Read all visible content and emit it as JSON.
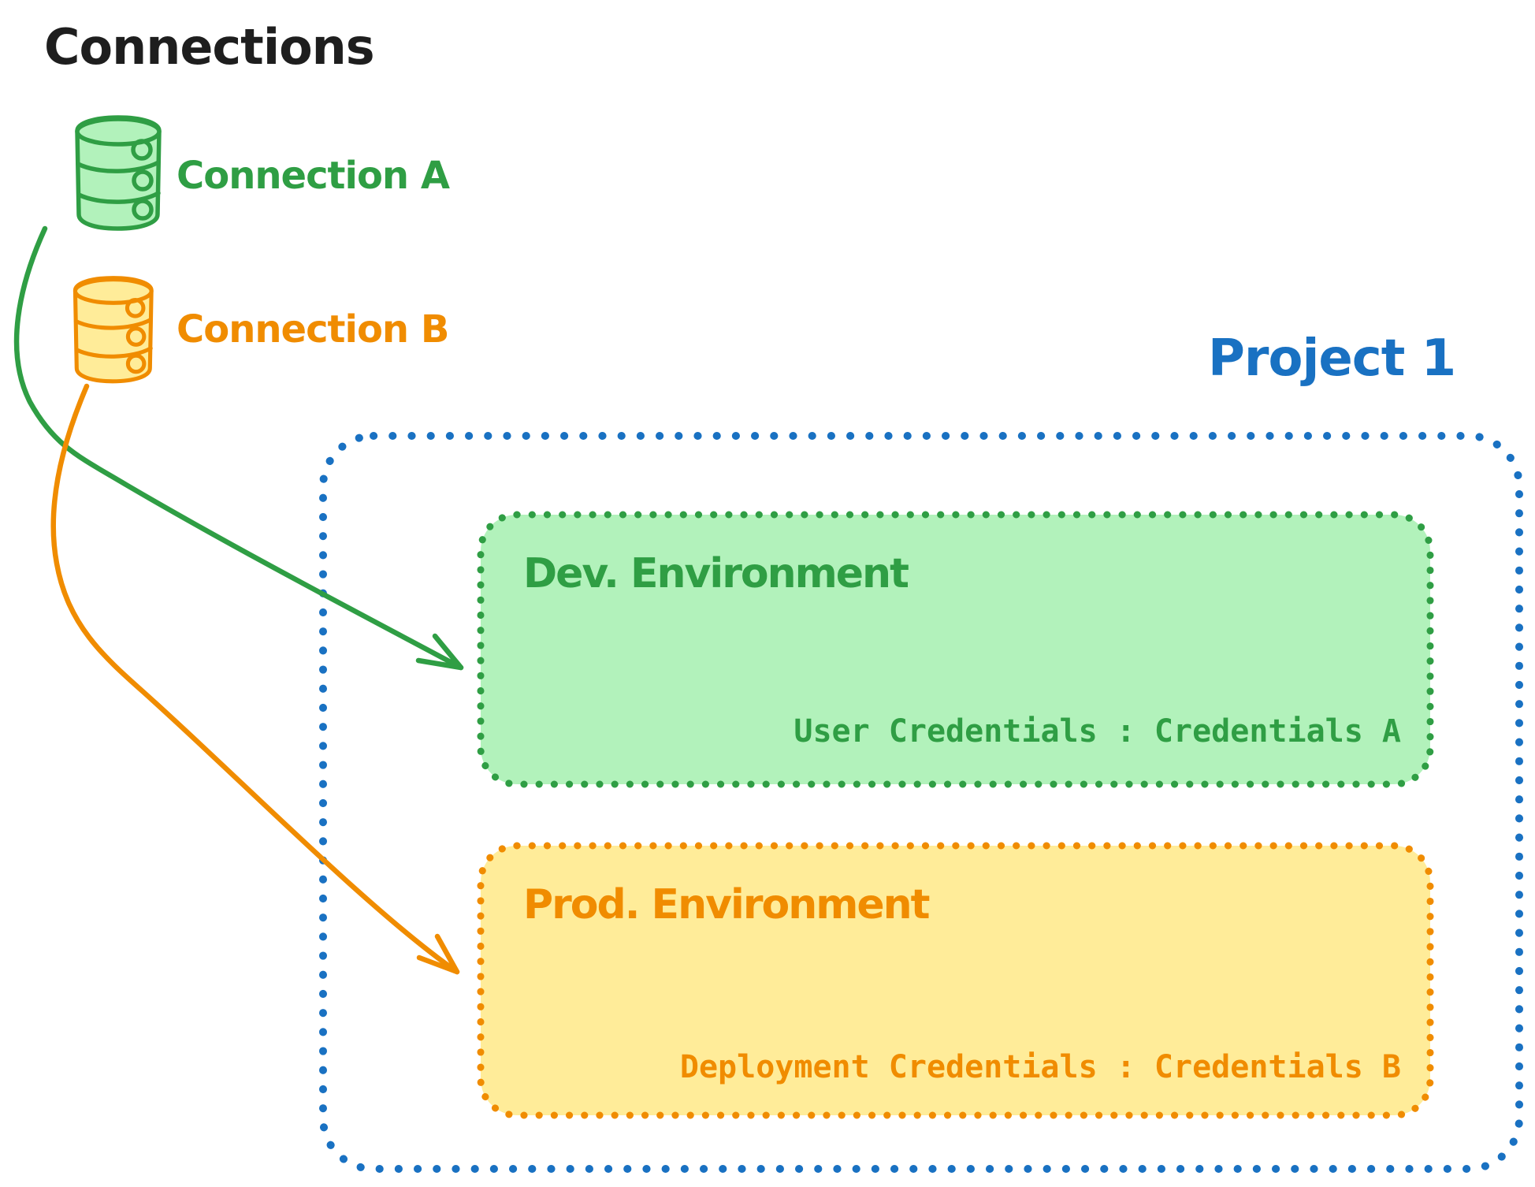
{
  "diagram": {
    "background": "#ffffff",
    "palette": {
      "ink": "#1e1e1e",
      "green": "#2f9e44",
      "green_light": "#b2f2bb",
      "orange": "#f08c00",
      "orange_light": "#ffec99",
      "blue": "#1971c2"
    },
    "connections": {
      "title": "Connections",
      "items": [
        {
          "id": "connection-a",
          "label": "Connection A",
          "icon": "database-icon",
          "color": "#2f9e44",
          "fill": "#b2f2bb"
        },
        {
          "id": "connection-b",
          "label": "Connection B",
          "icon": "database-icon",
          "color": "#f08c00",
          "fill": "#ffec99"
        }
      ]
    },
    "project": {
      "title": "Project 1",
      "border_color": "#1971c2",
      "environments": [
        {
          "id": "dev",
          "name": "Dev. Environment",
          "credentials": "User Credentials : Credentials A",
          "color": "#2f9e44",
          "fill": "#b2f2bb"
        },
        {
          "id": "prod",
          "name": "Prod. Environment",
          "credentials": "Deployment Credentials : Credentials B",
          "color": "#f08c00",
          "fill": "#ffec99"
        }
      ]
    },
    "arrows": [
      {
        "from": "connection-a",
        "to": "dev",
        "color": "#2f9e44"
      },
      {
        "from": "connection-b",
        "to": "prod",
        "color": "#f08c00"
      }
    ]
  }
}
